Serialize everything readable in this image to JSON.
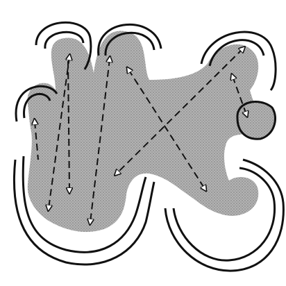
{
  "figure": {
    "palette": {
      "background": "#ffffff",
      "outline": "#111111",
      "shading": "#a6a6a6",
      "arrow_fill": "#ffffff"
    },
    "regions": [
      {
        "name": "lobe-left-top"
      },
      {
        "name": "lobe-center-top"
      },
      {
        "name": "lobe-right-top"
      },
      {
        "name": "lobe-left-small"
      },
      {
        "name": "lobe-right-small"
      },
      {
        "name": "lobe-bottom-left"
      },
      {
        "name": "lobe-bottom-right"
      }
    ],
    "arrows": [
      {
        "name": "arrow-left-top-to-bottom-left"
      },
      {
        "name": "arrow-center-top-to-bottom-left"
      },
      {
        "name": "arrow-center-top-to-bottom-mid"
      },
      {
        "name": "arrow-left-small-up-down"
      },
      {
        "name": "arrow-center-to-bottom-right"
      },
      {
        "name": "arrow-right-top-to-center-bottom"
      },
      {
        "name": "arrow-right-top-to-right-small"
      }
    ]
  }
}
